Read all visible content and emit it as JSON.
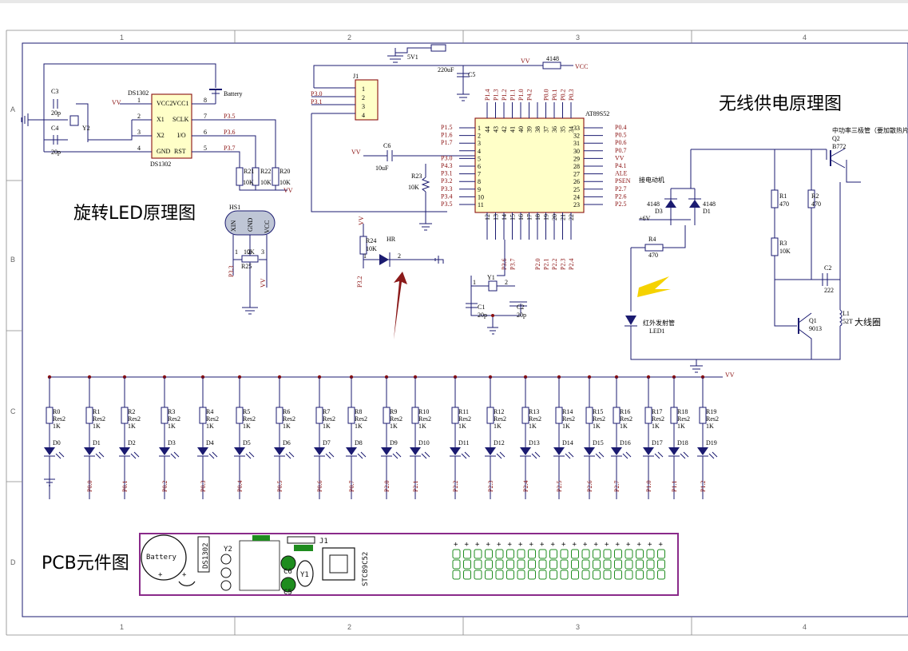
{
  "border": {
    "cols": [
      "1",
      "2",
      "3",
      "4"
    ],
    "rows": [
      "A",
      "B",
      "C",
      "D"
    ]
  },
  "titles": {
    "rotating_led": "旋转LED原理图",
    "wireless": "无线供电原理图",
    "pcb": "PCB元件图"
  },
  "rtc": {
    "name": "DS1302",
    "ref": "DS1302",
    "pins_left": [
      "VCC2",
      "X1",
      "X2",
      "GND"
    ],
    "pins_left_nums": [
      "1",
      "2",
      "3",
      "4"
    ],
    "pins_right": [
      "VCC1",
      "SCLK",
      "I/O",
      "RST"
    ],
    "pins_right_nums": [
      "8",
      "7",
      "6",
      "5"
    ],
    "nets_right": [
      "P3.5",
      "P3.6",
      "P3.7"
    ],
    "vv": "VV",
    "battery": "Battery",
    "c3": "C3",
    "c3v": "20p",
    "c4": "C4",
    "c4v": "20p",
    "y2": "Y2",
    "r21": "R21",
    "r22": "R22",
    "r20": "R20",
    "rv": "10K"
  },
  "hall": {
    "ref": "HS1",
    "pins": [
      "XIN",
      "GND",
      "VCC"
    ],
    "r25": "R25",
    "r25v": "10K",
    "net": "P3.3",
    "vv": "VV",
    "pin_nums": [
      "1",
      "2",
      "3"
    ]
  },
  "top": {
    "v5": "5V1",
    "c5v": "220uF",
    "c5": "C5",
    "vv": "VV",
    "d4148": "4148",
    "vcc": "VCC"
  },
  "j1": {
    "ref": "J1",
    "pins": [
      "1",
      "2",
      "3",
      "4"
    ],
    "nets": [
      "P3.0",
      "P3.1"
    ]
  },
  "c6": {
    "ref": "C6",
    "val": "10uF",
    "vv": "VV"
  },
  "r23": {
    "ref": "R23",
    "val": "10K"
  },
  "mcu": {
    "name": "AT89S52",
    "left_nets": [
      "P1.5",
      "P1.6",
      "P1.7",
      "",
      "P3.0",
      "P4.3",
      "P3.1",
      "P3.2",
      "P3.3",
      "P3.4",
      "P3.5"
    ],
    "left_nums": [
      "1",
      "2",
      "3",
      "4",
      "5",
      "6",
      "7",
      "8",
      "9",
      "10",
      "11"
    ],
    "right_nets": [
      "P0.4",
      "P0.5",
      "P0.6",
      "P0.7",
      "VV",
      "P4.1",
      "ALE",
      "PSEN",
      "P2.7",
      "P2.6",
      "P2.5"
    ],
    "right_nums": [
      "33",
      "32",
      "31",
      "30",
      "29",
      "28",
      "27",
      "26",
      "25",
      "24",
      "23"
    ],
    "top_nets": [
      "P1.4",
      "P1.3",
      "P1.2",
      "P1.1",
      "P1.0",
      "P4.2",
      "",
      "P0.0",
      "P0.1",
      "P0.2",
      "P0.3"
    ],
    "top_nums": [
      "44",
      "43",
      "42",
      "41",
      "40",
      "39",
      "38",
      "37",
      "36",
      "35",
      "34"
    ],
    "bottom_nets": [
      "",
      "",
      "P3.6",
      "P3.7",
      "",
      "",
      "P2.0",
      "P2.1",
      "P2.2",
      "P2.3",
      "P2.4"
    ],
    "bottom_nums": [
      "12",
      "13",
      "14",
      "15",
      "16",
      "17",
      "18",
      "19",
      "20",
      "21",
      "22"
    ]
  },
  "xtal": {
    "y1": "Y1",
    "c1": "C1",
    "c2": "C2",
    "cv": "20p",
    "p1": "1",
    "p2": "2"
  },
  "hr": {
    "r24": "R24",
    "r24v": "10K",
    "hr": "HR",
    "vv": "VV",
    "net": "P3.2",
    "p1": "1",
    "p2": "2"
  },
  "wireless": {
    "q2": "Q2",
    "q2v": "B772",
    "q2note": "中功率三极管（要加散热片）",
    "motor": "接电动机",
    "d3": "D3",
    "d1": "D1",
    "d4148": "4148",
    "v6": "+6V",
    "r4": "R4",
    "r4v": "470",
    "r1": "R1",
    "r1v": "470",
    "r2": "R2",
    "r2v": "470",
    "r3": "R3",
    "r3v": "10K",
    "c2": "C2",
    "c2v": "222",
    "l1": "L1",
    "l1v": "52T",
    "coil": "大线圈",
    "q1": "Q1",
    "q1v": "9013",
    "ir": "红外发射管",
    "led1": "LED1"
  },
  "led_bus": "VV",
  "leds": [
    {
      "r": "R0",
      "d": "D0",
      "net": ""
    },
    {
      "r": "R1",
      "d": "D1",
      "net": "P0.0"
    },
    {
      "r": "R2",
      "d": "D2",
      "net": "P0.1"
    },
    {
      "r": "R3",
      "d": "D3",
      "net": "P0.2"
    },
    {
      "r": "R4",
      "d": "D4",
      "net": "P0.3"
    },
    {
      "r": "R5",
      "d": "D5",
      "net": "P0.4"
    },
    {
      "r": "R6",
      "d": "D6",
      "net": "P0.5"
    },
    {
      "r": "R7",
      "d": "D7",
      "net": "P0.6"
    },
    {
      "r": "R8",
      "d": "D8",
      "net": "P0.7"
    },
    {
      "r": "R9",
      "d": "D9",
      "net": "P2.0"
    },
    {
      "r": "R10",
      "d": "D10",
      "net": "P2.1"
    },
    {
      "r": "R11",
      "d": "D11",
      "net": "P2.2"
    },
    {
      "r": "R12",
      "d": "D12",
      "net": "P2.3"
    },
    {
      "r": "R13",
      "d": "D13",
      "net": "P2.4"
    },
    {
      "r": "R14",
      "d": "D14",
      "net": "P2.5"
    },
    {
      "r": "R15",
      "d": "D15",
      "net": "P2.6"
    },
    {
      "r": "R16",
      "d": "D16",
      "net": "P2.7"
    },
    {
      "r": "R17",
      "d": "D17",
      "net": "P1.0"
    },
    {
      "r": "R18",
      "d": "D18",
      "net": "P1.1"
    },
    {
      "r": "R19",
      "d": "D19",
      "net": "P1.2"
    }
  ],
  "led_res": {
    "type": "Res2",
    "val": "1K"
  },
  "pcb": {
    "battery": "Battery",
    "ds1302": "DS1302",
    "y2": "Y2",
    "y1": "Y1",
    "c6": "C6",
    "c5": "C5",
    "stc": "STC89C52",
    "j1": "J1",
    "plus": "+"
  },
  "colors": {
    "wire": "#1b1b70",
    "net": "#8a1010",
    "body": "#ffffc8",
    "pcb": "#8a2a8a",
    "pad": "#1e8c1e",
    "arrow_red": "#8b1a1a",
    "arrow_yellow": "#f5d200"
  }
}
